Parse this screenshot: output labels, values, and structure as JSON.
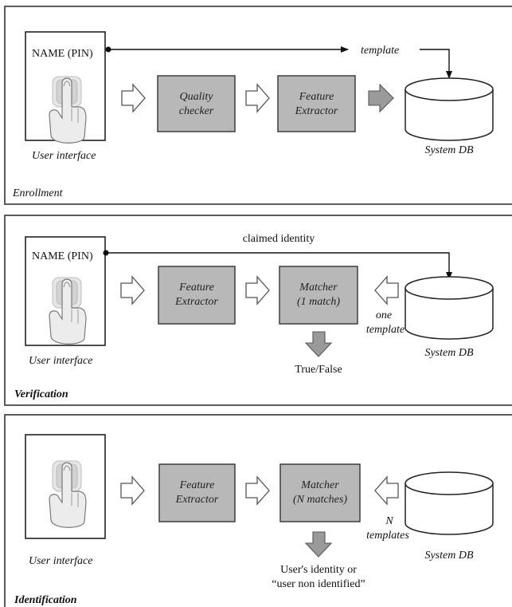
{
  "panels": [
    {
      "title": "Enrollment",
      "ui_text": "NAME (PIN)",
      "ui_label": "User interface",
      "box1": [
        "Quality",
        "checker"
      ],
      "box2": [
        "Feature",
        "Extractor"
      ],
      "line_label": "template",
      "db_label": "System DB"
    },
    {
      "title": "Verification",
      "ui_text": "NAME (PIN)",
      "ui_label": "User interface",
      "box1": [
        "Feature",
        "Extractor"
      ],
      "box2": [
        "Matcher",
        "(1 match)"
      ],
      "line_label": "claimed identity",
      "db_label": "System DB",
      "db_arrow_label": [
        "one",
        "template"
      ],
      "output": [
        "True/False"
      ]
    },
    {
      "title": "Identification",
      "ui_label": "User interface",
      "box1": [
        "Feature",
        "Extractor"
      ],
      "box2": [
        "Matcher",
        "(N matches)"
      ],
      "db_label": "System DB",
      "db_arrow_label": [
        "N",
        "templates"
      ],
      "output": [
        "User's identity or",
        "“user non identified”"
      ]
    }
  ]
}
